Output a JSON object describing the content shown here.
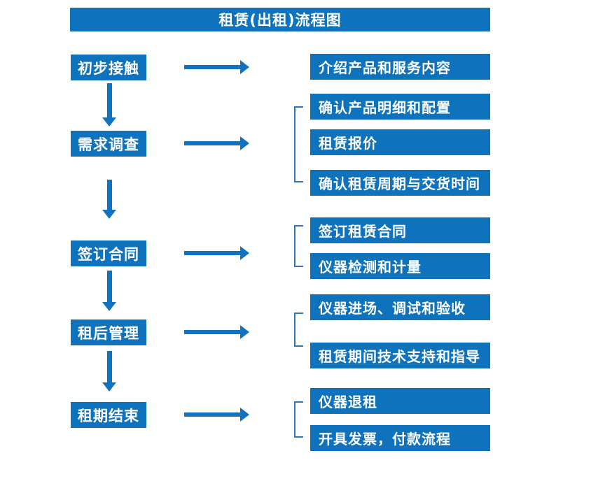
{
  "title": "租赁(出租)流程图",
  "colors": {
    "box_blue": "#0e72bd",
    "arrow_blue": "#1173c0",
    "bracket_blue": "#2e78bb",
    "text_white": "#ffffff"
  },
  "steps": [
    {
      "label": "初步接触"
    },
    {
      "label": "需求调查"
    },
    {
      "label": "签订合同"
    },
    {
      "label": "租后管理"
    },
    {
      "label": "租期结束"
    }
  ],
  "details": [
    {
      "items": [
        "介绍产品和服务内容"
      ]
    },
    {
      "items": [
        "确认产品明细和配置",
        "租赁报价",
        "确认租赁周期与交货时间"
      ]
    },
    {
      "items": [
        "签订租赁合同",
        "仪器检测和计量"
      ]
    },
    {
      "items": [
        "仪器进场、调试和验收",
        "租赁期间技术支持和指导"
      ]
    },
    {
      "items": [
        "仪器退租",
        "开具发票，付款流程"
      ]
    }
  ]
}
